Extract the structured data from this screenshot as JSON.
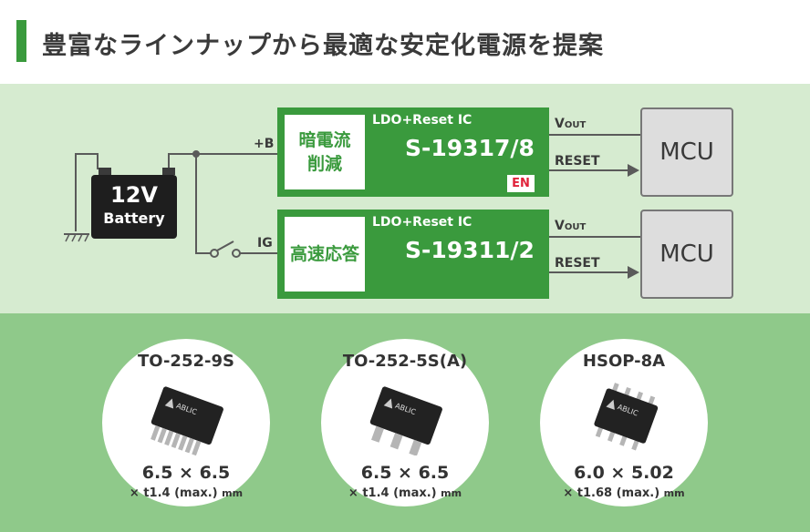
{
  "header": {
    "title": "豊富なラインナップから最適な安定化電源を提案"
  },
  "circuit": {
    "battery": {
      "voltage": "12V",
      "label": "Battery"
    },
    "plus_b_label": "+B",
    "ig_label": "IG",
    "ics": [
      {
        "feature": "暗電流\n削減",
        "type": "LDO+Reset IC",
        "part": "S-19317/8",
        "badge": "EN",
        "vout_main": "V",
        "vout_sub": "OUT",
        "reset": "RESET",
        "mcu": "MCU"
      },
      {
        "feature": "高速応答",
        "type": "LDO+Reset IC",
        "part": "S-19311/2",
        "vout_main": "V",
        "vout_sub": "OUT",
        "reset": "RESET",
        "mcu": "MCU"
      }
    ]
  },
  "packages": [
    {
      "name": "TO-252-9S",
      "dim": "6.5 × 6.5",
      "thickness": "× t1.4 (max.)",
      "unit": "mm",
      "brand": "ABLIC"
    },
    {
      "name": "TO-252-5S(A)",
      "dim": "6.5 × 6.5",
      "thickness": "× t1.4 (max.)",
      "unit": "mm",
      "brand": "ABLIC"
    },
    {
      "name": "HSOP-8A",
      "dim": "6.0 × 5.02",
      "thickness": "× t1.68 (max.)",
      "unit": "mm",
      "brand": "ABLIC"
    }
  ],
  "colors": {
    "accent": "#3a9a3d",
    "diagram_bg": "#d6ebd0",
    "packages_bg": "#8fc98a",
    "badge": "#e0223a"
  }
}
